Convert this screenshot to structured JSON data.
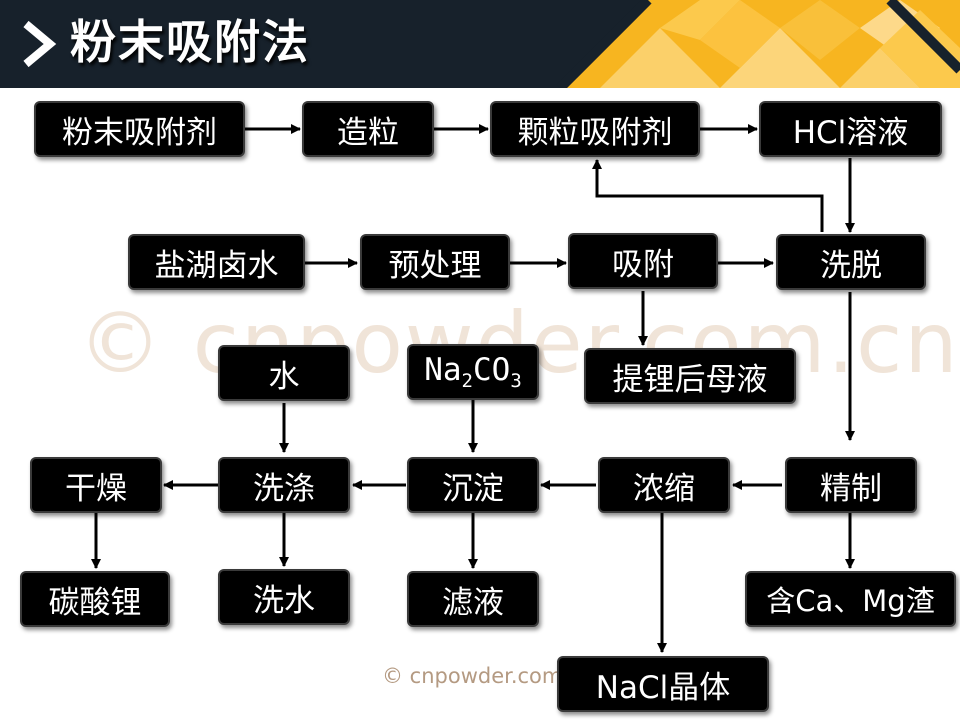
{
  "header": {
    "title": "粉末吸附法"
  },
  "watermark": {
    "large": "© cnpowder.com.cn",
    "small": "© cnpowder.com.cn"
  },
  "nodes": {
    "powder_adsorbent": "粉末吸附剂",
    "granulation": "造粒",
    "granular_adsorbent": "颗粒吸附剂",
    "hcl_solution": "HCl溶液",
    "brine": "盐湖卤水",
    "pretreatment": "预处理",
    "adsorption": "吸附",
    "elution": "洗脱",
    "mother_liquor": "提锂后母液",
    "water": "水",
    "na2co3": {
      "na": "Na",
      "sub2": "2",
      "co": "CO",
      "sub3": "3"
    },
    "drying": "干燥",
    "washing": "洗涤",
    "precipitation": "沉淀",
    "concentration": "浓缩",
    "refining": "精制",
    "lithium_carbonate": "碳酸锂",
    "wash_water": "洗水",
    "filtrate": "滤液",
    "ca_mg_residue": "含Ca、Mg渣",
    "nacl_crystal": "NaCl晶体"
  },
  "colors": {
    "header_bg": "#17212b",
    "box_bg": "#000000",
    "accent_gold": "#f5b21a"
  }
}
